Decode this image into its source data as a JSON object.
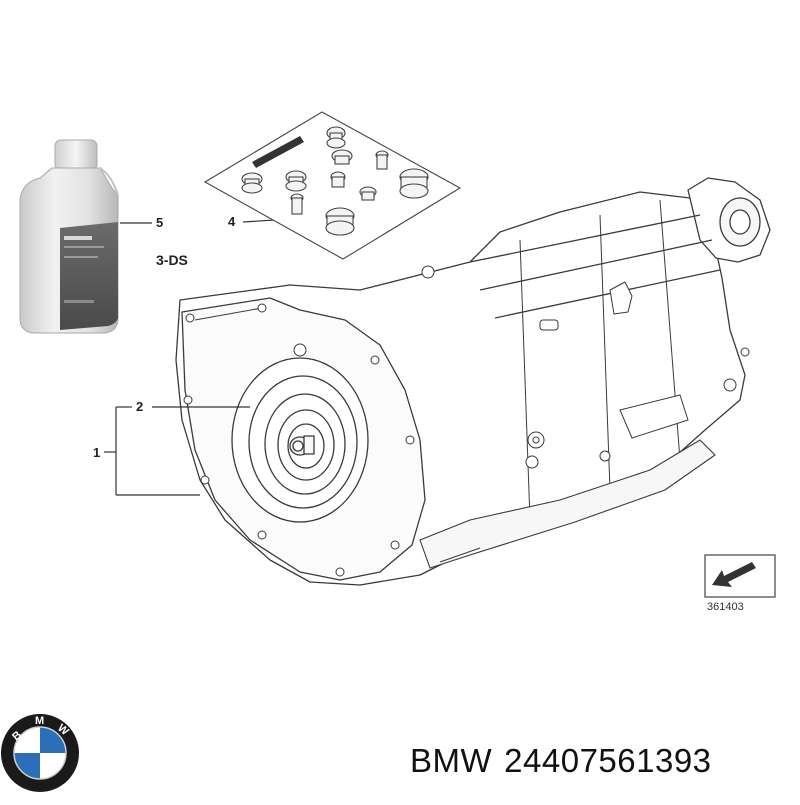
{
  "callouts": {
    "item_1": "1",
    "item_2": "2",
    "item_4": "4",
    "item_5": "5",
    "variant": "3-DS"
  },
  "reference_code": "361403",
  "footer": {
    "brand": "BMW",
    "part_number": "24407561393"
  },
  "logo": {
    "letters": [
      "B",
      "M",
      "W"
    ],
    "colors": {
      "ring": "#1a1a1a",
      "blue": "#2a6fb8",
      "white": "#ffffff"
    }
  },
  "icons": {
    "oil_bottle": "oil-bottle-icon",
    "gasket_kit": "gasket-kit-icon",
    "transmission": "transmission-drawing",
    "view_arrow": "view-direction-arrow-icon"
  }
}
